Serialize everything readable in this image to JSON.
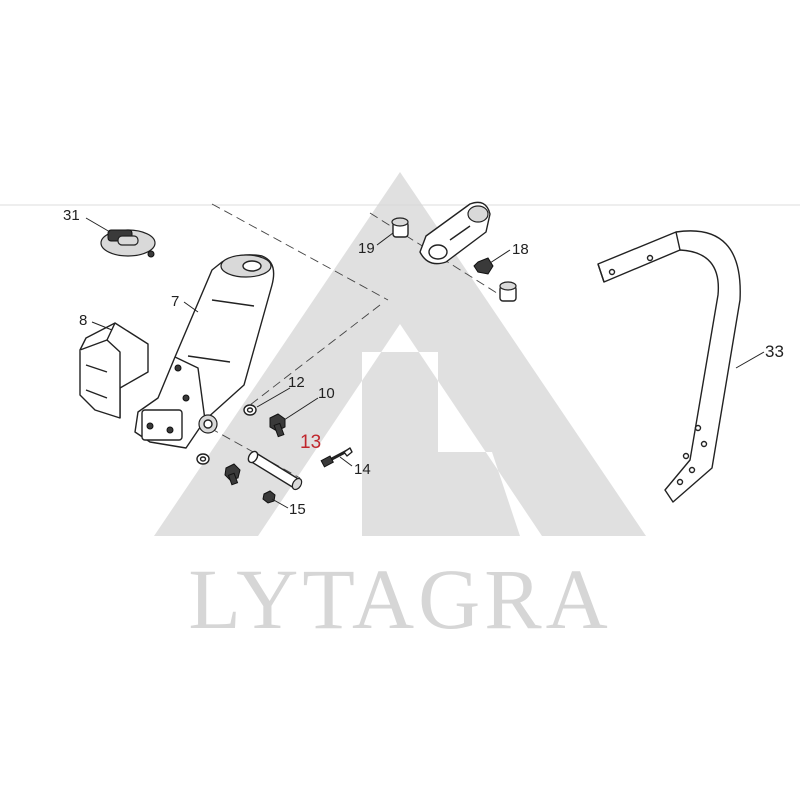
{
  "colors": {
    "watermark": "#d6d6d6",
    "highlight_label": "#c0272d",
    "line": "#222222"
  },
  "watermark": {
    "text": "LYTAGRA"
  },
  "callouts": {
    "c31": "31",
    "c8": "8",
    "c7": "7",
    "c19": "19",
    "c18": "18",
    "c12": "12",
    "c10": "10",
    "c13": "13",
    "c14": "14",
    "c15": "15",
    "c33": "33"
  },
  "highlighted_callout": "13"
}
